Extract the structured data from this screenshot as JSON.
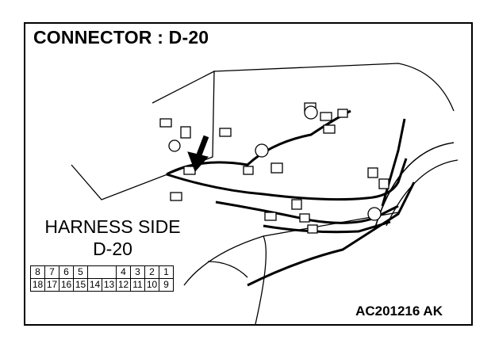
{
  "diagram": {
    "title": "CONNECTOR : D-20",
    "harness_label_line1": "HARNESS SIDE",
    "harness_label_line2": "D-20",
    "reference_code": "AC201216 AK",
    "connector_pins": {
      "top_row": [
        "8",
        "7",
        "6",
        "5",
        "",
        "",
        "4",
        "3",
        "2",
        "1"
      ],
      "bottom_row": [
        "18",
        "17",
        "16",
        "15",
        "14",
        "13",
        "12",
        "11",
        "10",
        "9"
      ]
    },
    "colors": {
      "line": "#000000",
      "background": "#ffffff"
    }
  }
}
